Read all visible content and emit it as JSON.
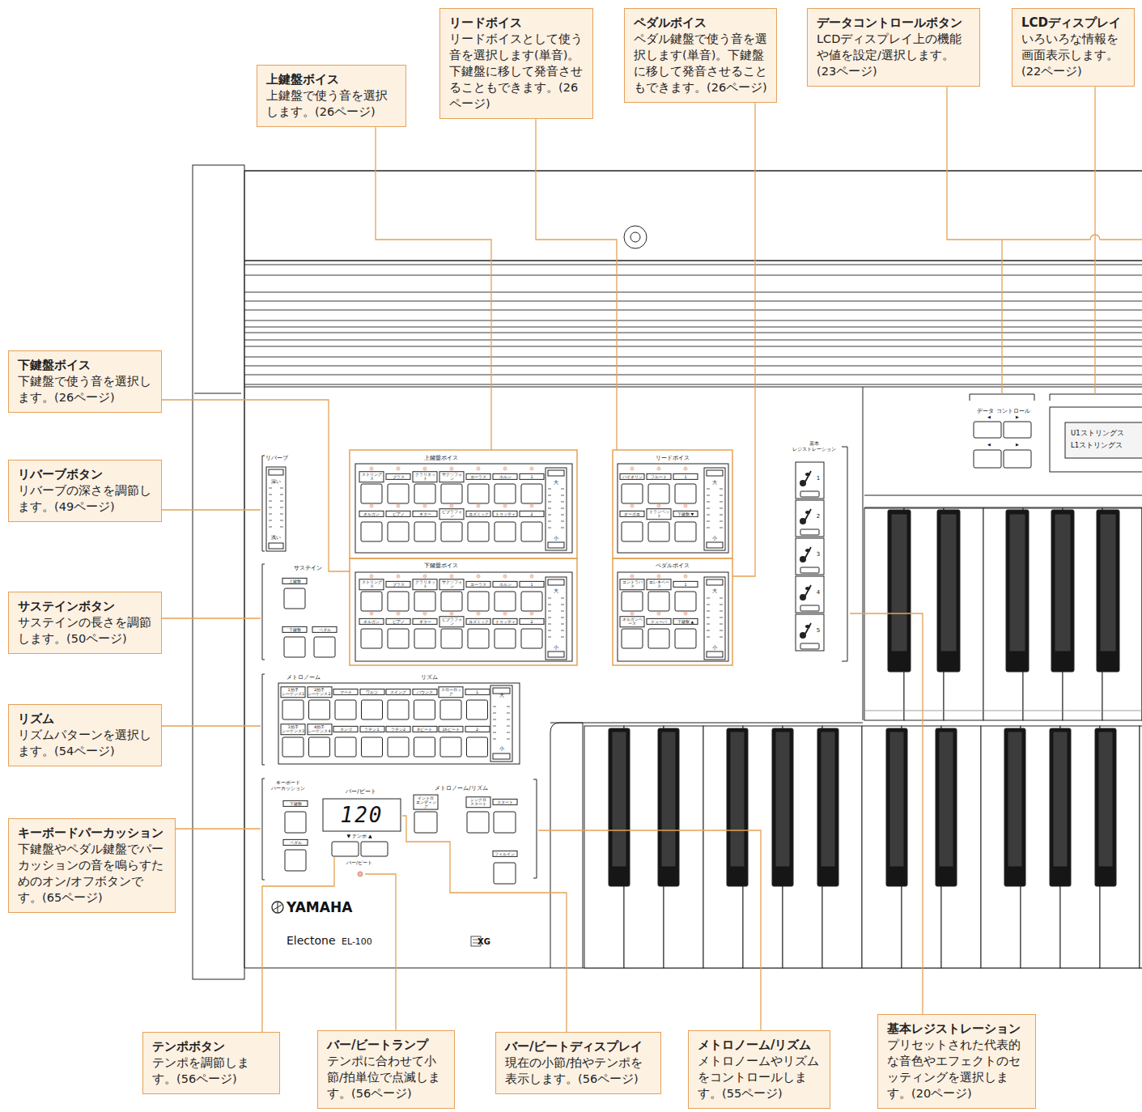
{
  "diagram": {
    "nodes": [
      {
        "text": [
          "上鍵盤ボイス",
          "上鍵盤で使う音を選択します。(26ページ)"
        ]
      },
      {
        "text": [
          "リードボイス",
          "リードボイスとして使う音を選択します(単音)。下鍵盤に移して発音させることもできます。(26ページ)"
        ]
      },
      {
        "text": [
          "ペダルボイス",
          "ペダル鍵盤で使う音を選択します(単音)。下鍵盤に移して発音させることもできます。(26ページ)"
        ]
      },
      {
        "text": [
          "データコントロールボタン",
          "LCDディスプレイ上の機能や値を設定/選択します。(23ページ)"
        ]
      },
      {
        "text": [
          "LCDディスプレイ",
          "いろいろな情報を画面表示します。(22ページ)"
        ]
      },
      {
        "text": [
          "下鍵盤ボイス",
          "下鍵盤で使う音を選択します。(26ページ)"
        ]
      },
      {
        "text": [
          "リバーブボタン",
          "リバーブの深さを調節します。(49ページ)"
        ]
      },
      {
        "text": [
          "サステインボタン",
          "サステインの長さを調節します。(50ページ)"
        ]
      },
      {
        "text": [
          "リズム",
          "リズムパターンを選択します。(54ページ)"
        ]
      },
      {
        "text": [
          "キーボードパーカッション",
          "下鍵盤やペダル鍵盤でパーカッションの音を鳴らすためのオン/オフボタンです。(65ページ)"
        ]
      },
      {
        "text": [
          "テンポボタン",
          "テンポを調節します。(56ページ)"
        ]
      },
      {
        "text": [
          "バー/ビートランプ",
          "テンポに合わせて小節/拍単位で点滅します。(56ページ)"
        ]
      },
      {
        "text": [
          "バー/ビートディスプレイ",
          "現在の小節/拍やテンポを表示します。(56ページ)"
        ]
      },
      {
        "text": [
          "メトロノーム/リズム",
          "メトロノームやリズムをコントロールします。(55ページ)"
        ]
      },
      {
        "text": [
          "基本レジストレーション",
          "プリセットされた代表的な音色やエフェクトのセッティングを選択します。(20ページ)"
        ]
      }
    ],
    "labels": [
      "リバーブ",
      "深い",
      "浅い",
      "サステイン",
      "上鍵盤",
      "下鍵盤",
      "ペダル",
      "上鍵盤ボイス",
      "ストリングス",
      "ブラス",
      "クラリネット",
      "サクソフォン",
      "コーラス",
      "ホルン",
      "1",
      "オルガン",
      "ピアノ",
      "ギター",
      "ビブラフォン",
      "コズミック",
      "トゥッティ",
      "2",
      "大",
      "小",
      "下鍵盤ボイス",
      "ストリングス",
      "ブラス",
      "クラリネット",
      "サクソフォン",
      "コーラス",
      "ホルン",
      "1",
      "オルガン",
      "ピアノ",
      "ギター",
      "ビブラフォン",
      "コズミック",
      "トゥッティ",
      "2",
      "大",
      "小",
      "リードボイス",
      "バイオリン",
      "フルート",
      "1",
      "オーボエ",
      "トランペット",
      "下鍵盤 ▼",
      "大",
      "小",
      "ペダルボイス",
      "コントラバス",
      "エレキベース",
      "1",
      "オルガンベース",
      "チューバ",
      "下鍵盤 ▲",
      "大",
      "小",
      "メトロノーム",
      "リズム",
      "1拍子 シーケンス1",
      "2拍子 シーケンス2",
      "マーチ",
      "ワルツ",
      "スイング",
      "バウンス",
      "スローロック",
      "1",
      "3拍子 シーケンス3",
      "4拍子 シーケンス4",
      "タンゴ",
      "ラテン1",
      "ラテン2",
      "8ビート",
      "16ビート",
      "2",
      "大",
      "小",
      "キーボード パーカッション",
      "下鍵盤",
      "ペダル",
      "バー/ビート",
      "120",
      "▼ テンポ ▲",
      "バー/ビート",
      "メトロノーム/リズム",
      "イントロ エンディング",
      "シンクロ スタート",
      "スタート",
      "フィルイン",
      "YAMAHA",
      "Electone",
      "EL-100",
      "XG",
      "基本 レジストレーション",
      "1",
      "2",
      "3",
      "4",
      "5",
      "データ コントロール",
      "◀",
      "▶",
      "◀",
      "▶",
      "U1ストリングス",
      "L1ストリングス"
    ]
  }
}
